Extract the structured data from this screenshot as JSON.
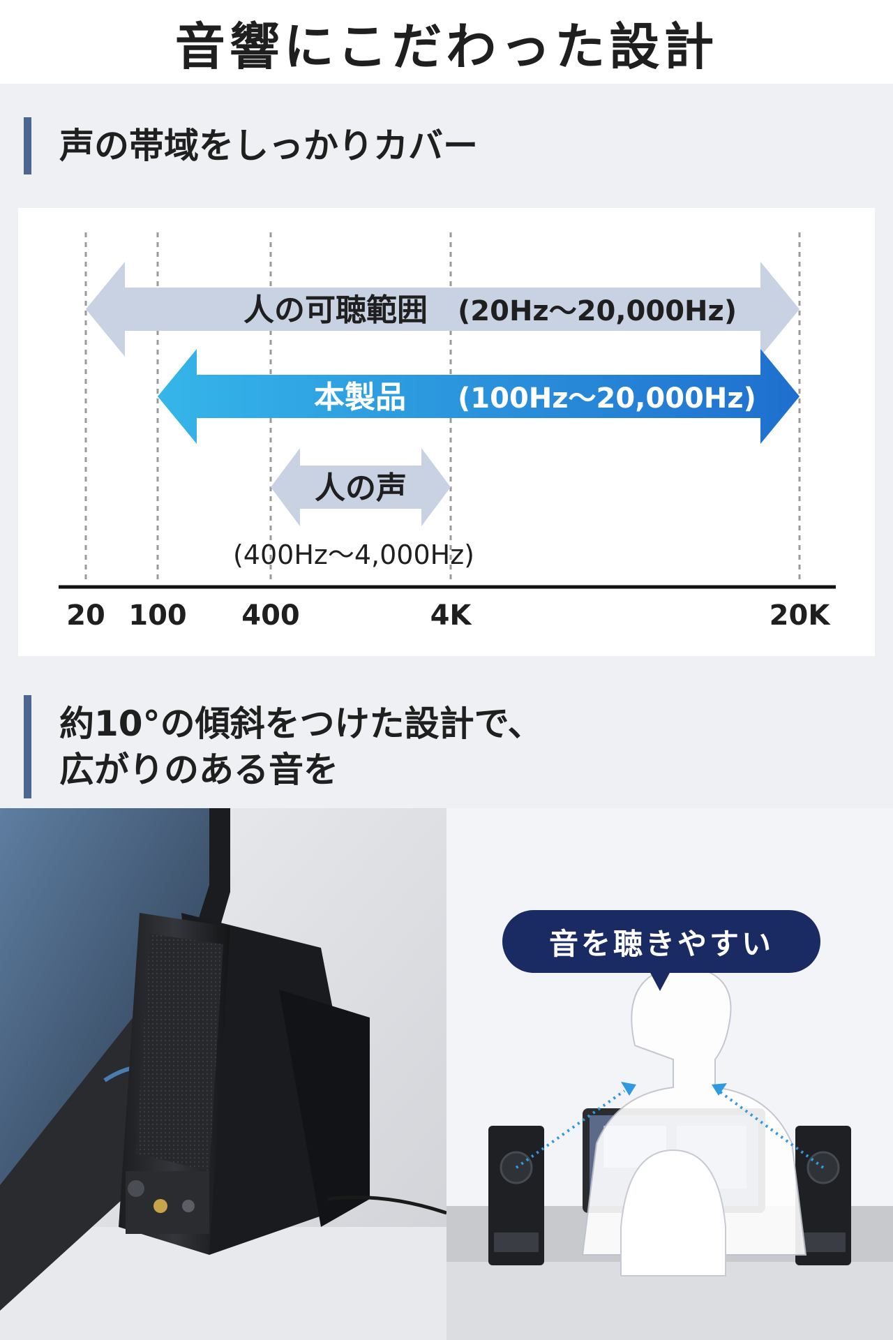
{
  "header": {
    "title": "音響にこだわった設計"
  },
  "section1": {
    "title": "声の帯域をしっかりカバー"
  },
  "chart_data": {
    "type": "range-bars",
    "x_scale": "log",
    "tick_labels": [
      "20",
      "100",
      "400",
      "4K",
      "20K"
    ],
    "tick_values": [
      20,
      100,
      400,
      4000,
      20000
    ],
    "ranges": [
      {
        "name": "人の可聴範囲",
        "range_label": "(20Hz〜20,000Hz)",
        "from": 20,
        "to": 20000,
        "color": "#c9d2e3",
        "text_color": "#1f1f1f"
      },
      {
        "name": "本製品",
        "range_label": "(100Hz〜20,000Hz)",
        "from": 100,
        "to": 20000,
        "color": "#2f8fd8",
        "text_color": "#ffffff"
      },
      {
        "name": "人の声",
        "range_label": "(400Hz〜4,000Hz)",
        "from": 400,
        "to": 4000,
        "color": "#c9d2e3",
        "text_color": "#1f1f1f"
      }
    ]
  },
  "section2": {
    "line1": "約10°の傾斜をつけた設計で、",
    "line2": "広がりのある音を"
  },
  "illustration": {
    "bubble_text": "音を聴きやすい"
  }
}
